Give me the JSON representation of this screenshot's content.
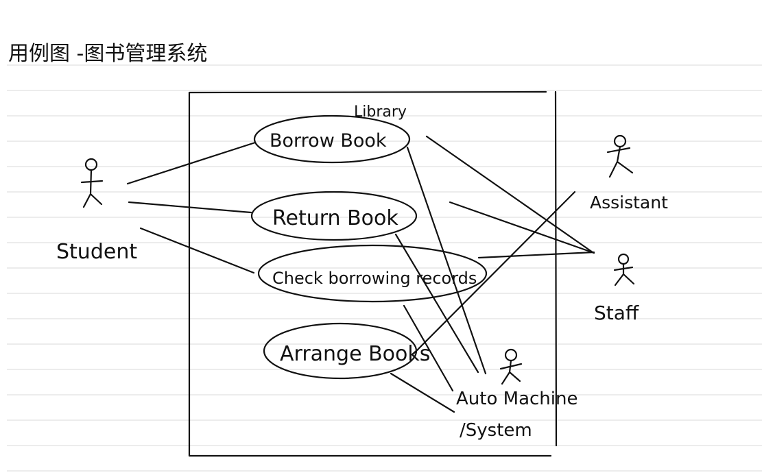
{
  "title": "用例图 -图书管理系统",
  "system_boundary": {
    "label": "Library"
  },
  "use_cases": [
    {
      "id": "borrow",
      "label": "Borrow Book"
    },
    {
      "id": "return",
      "label": "Return Book"
    },
    {
      "id": "check",
      "label": "Check borrowing records"
    },
    {
      "id": "arrange",
      "label": "Arrange Books"
    }
  ],
  "actors": [
    {
      "id": "student",
      "label": "Student"
    },
    {
      "id": "assistant",
      "label": "Assistant"
    },
    {
      "id": "staff",
      "label": "Staff"
    },
    {
      "id": "auto",
      "label": "Auto Machine",
      "label2": "/System"
    }
  ],
  "associations": [
    [
      "student",
      "borrow"
    ],
    [
      "student",
      "return"
    ],
    [
      "student",
      "check"
    ],
    [
      "staff",
      "borrow"
    ],
    [
      "staff",
      "return"
    ],
    [
      "staff",
      "check"
    ],
    [
      "assistant",
      "arrange"
    ],
    [
      "auto",
      "borrow"
    ],
    [
      "auto",
      "return"
    ],
    [
      "auto",
      "check"
    ],
    [
      "auto",
      "arrange"
    ]
  ]
}
